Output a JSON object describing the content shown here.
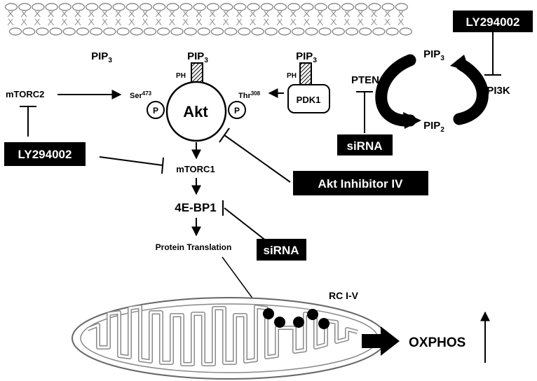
{
  "labels": {
    "pip3_left_base": "PIP",
    "pip3_left_sub": "3",
    "pip3_akt_base": "PIP",
    "pip3_akt_sub": "3",
    "pip3_pdk1_base": "PIP",
    "pip3_pdk1_sub": "3",
    "ph_akt": "PH",
    "ph_pdk1": "PH",
    "pdk1": "PDK1",
    "akt": "Akt",
    "phospho_left": "P",
    "phospho_right": "P",
    "ser_base": "Ser",
    "ser_sup": "473",
    "thr_base": "Thr",
    "thr_sup": "308",
    "mtorc2": "mTORC2",
    "mtorc1": "mTORC1",
    "eb1": "4E-BP1",
    "protein_translation": "Protein Translation",
    "pten": "PTEN",
    "pip3_cycle_base": "PIP",
    "pip3_cycle_sub": "3",
    "pip2_cycle_base": "PIP",
    "pip2_cycle_sub": "2",
    "pi3k": "PI3K",
    "rc": "RC I-V",
    "oxphos": "OXPHOS"
  },
  "inhibitors": {
    "ly_top": "LY294002",
    "ly_left": "LY294002",
    "akt_inhibitor": "Akt Inhibitor IV",
    "sirna_pten": "siRNA",
    "sirna_4ebp1": "siRNA"
  }
}
